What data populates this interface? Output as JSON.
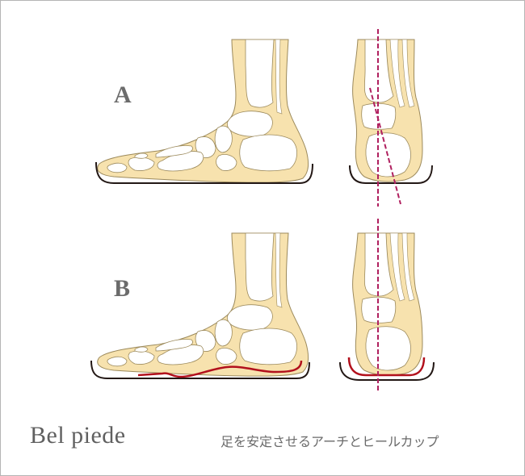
{
  "diagram": {
    "panels": [
      {
        "id": "A",
        "label": "A",
        "description": "foot without support: flat arch, heel tilted (misaligned axis)",
        "side_view": "lateral foot skeleton on flat surface",
        "rear_view": "rear heel view with two dashed axis lines diverging"
      },
      {
        "id": "B",
        "label": "B",
        "description": "foot with insole: supported arch and heel cup, axis aligned",
        "side_view": "lateral foot skeleton on insole with red arch support line",
        "rear_view": "rear heel view with single vertical dashed axis and red heel cup"
      }
    ],
    "brand": "Bel piede",
    "caption": "足を安定させるアーチとヒールカップ"
  },
  "colors": {
    "bone_fill": "#f7e2ae",
    "bone_stroke": "#9c8a5c",
    "ground_line": "#231815",
    "support_line": "#b2101c",
    "axis_line": "#b0205f",
    "label_text": "#6b6b6b",
    "border": "#b5b5b5"
  }
}
